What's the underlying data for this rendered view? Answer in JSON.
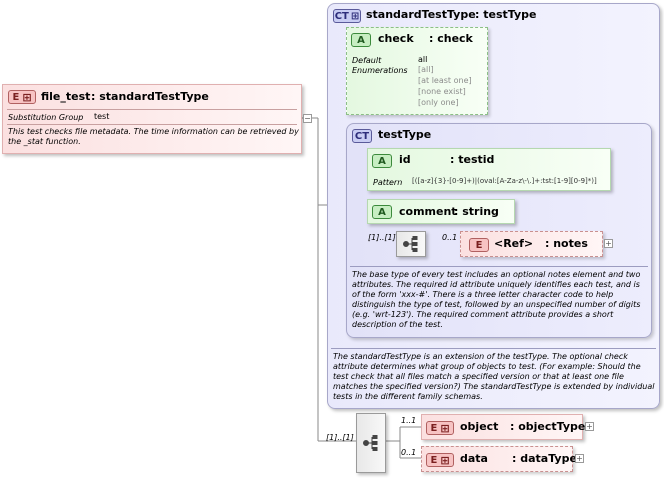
{
  "root_element": {
    "badge": "E",
    "name": "file_test",
    "type": ": standardTestType",
    "subst_label": "Substitution Group",
    "subst_value": "test",
    "description": "This test checks file metadata.  The time information can be retrieved by the _stat function."
  },
  "complex_type": {
    "badge": "CT",
    "name": "standardTestType",
    "type": ": testType",
    "description": "The standardTestType is an extension of the testType.  The optional check attribute determines what group of objects to test.  (For example: Should the test check that all files match a specified version or that at least one file matches the specified version?)  The standardTestType is extended by individual tests in the different family schemas."
  },
  "check_attr": {
    "badge": "A",
    "name": "check",
    "type": ": check",
    "default_label": "Default",
    "enum_label": "Enumerations",
    "default_value": "all",
    "enumerations": [
      "[all]",
      "[at least one]",
      "[none exist]",
      "[only one]"
    ]
  },
  "base_type": {
    "badge": "CT",
    "name": "testType",
    "description": "The base type of every test includes an optional notes element and two attributes.  The required id attribute uniquely identifies each test, and is of the form 'xxx-#'.  There is a three letter character code to help distinguish the type of test, followed by an unspecified number of digits (e.g. 'wrt-123').  The required comment attribute provides a short description of the test."
  },
  "id_attr": {
    "badge": "A",
    "name": "id",
    "type": ": testid",
    "pattern_label": "Pattern",
    "pattern_value": "[([a-z]{3}-[0-9]+)|(oval:[A-Za-z\\-\\.]+:tst:[1-9][0-9]*)]"
  },
  "comment_attr": {
    "badge": "A",
    "name": "comment",
    "type": ": string"
  },
  "notes_seq": {
    "multiplicity": "[1]..[1]",
    "child_mult": "0..1",
    "ref_badge": "E",
    "ref_name": "<Ref>",
    "ref_type": ": notes"
  },
  "main_seq": {
    "multiplicity": "[1]..[1]",
    "object": {
      "mult": "1..1",
      "badge": "E",
      "name": "object",
      "type": ": objectType"
    },
    "data": {
      "mult": "0..1",
      "badge": "E",
      "name": "data",
      "type": ": dataType"
    }
  },
  "expand_symbol": "+",
  "collapse_symbol": "−",
  "colors": {
    "element_fill": "#fbe0e0",
    "attribute_fill": "#e4f8e0",
    "complex_type_fill": "#e9e9fb",
    "connector": "#8a8a8a"
  }
}
